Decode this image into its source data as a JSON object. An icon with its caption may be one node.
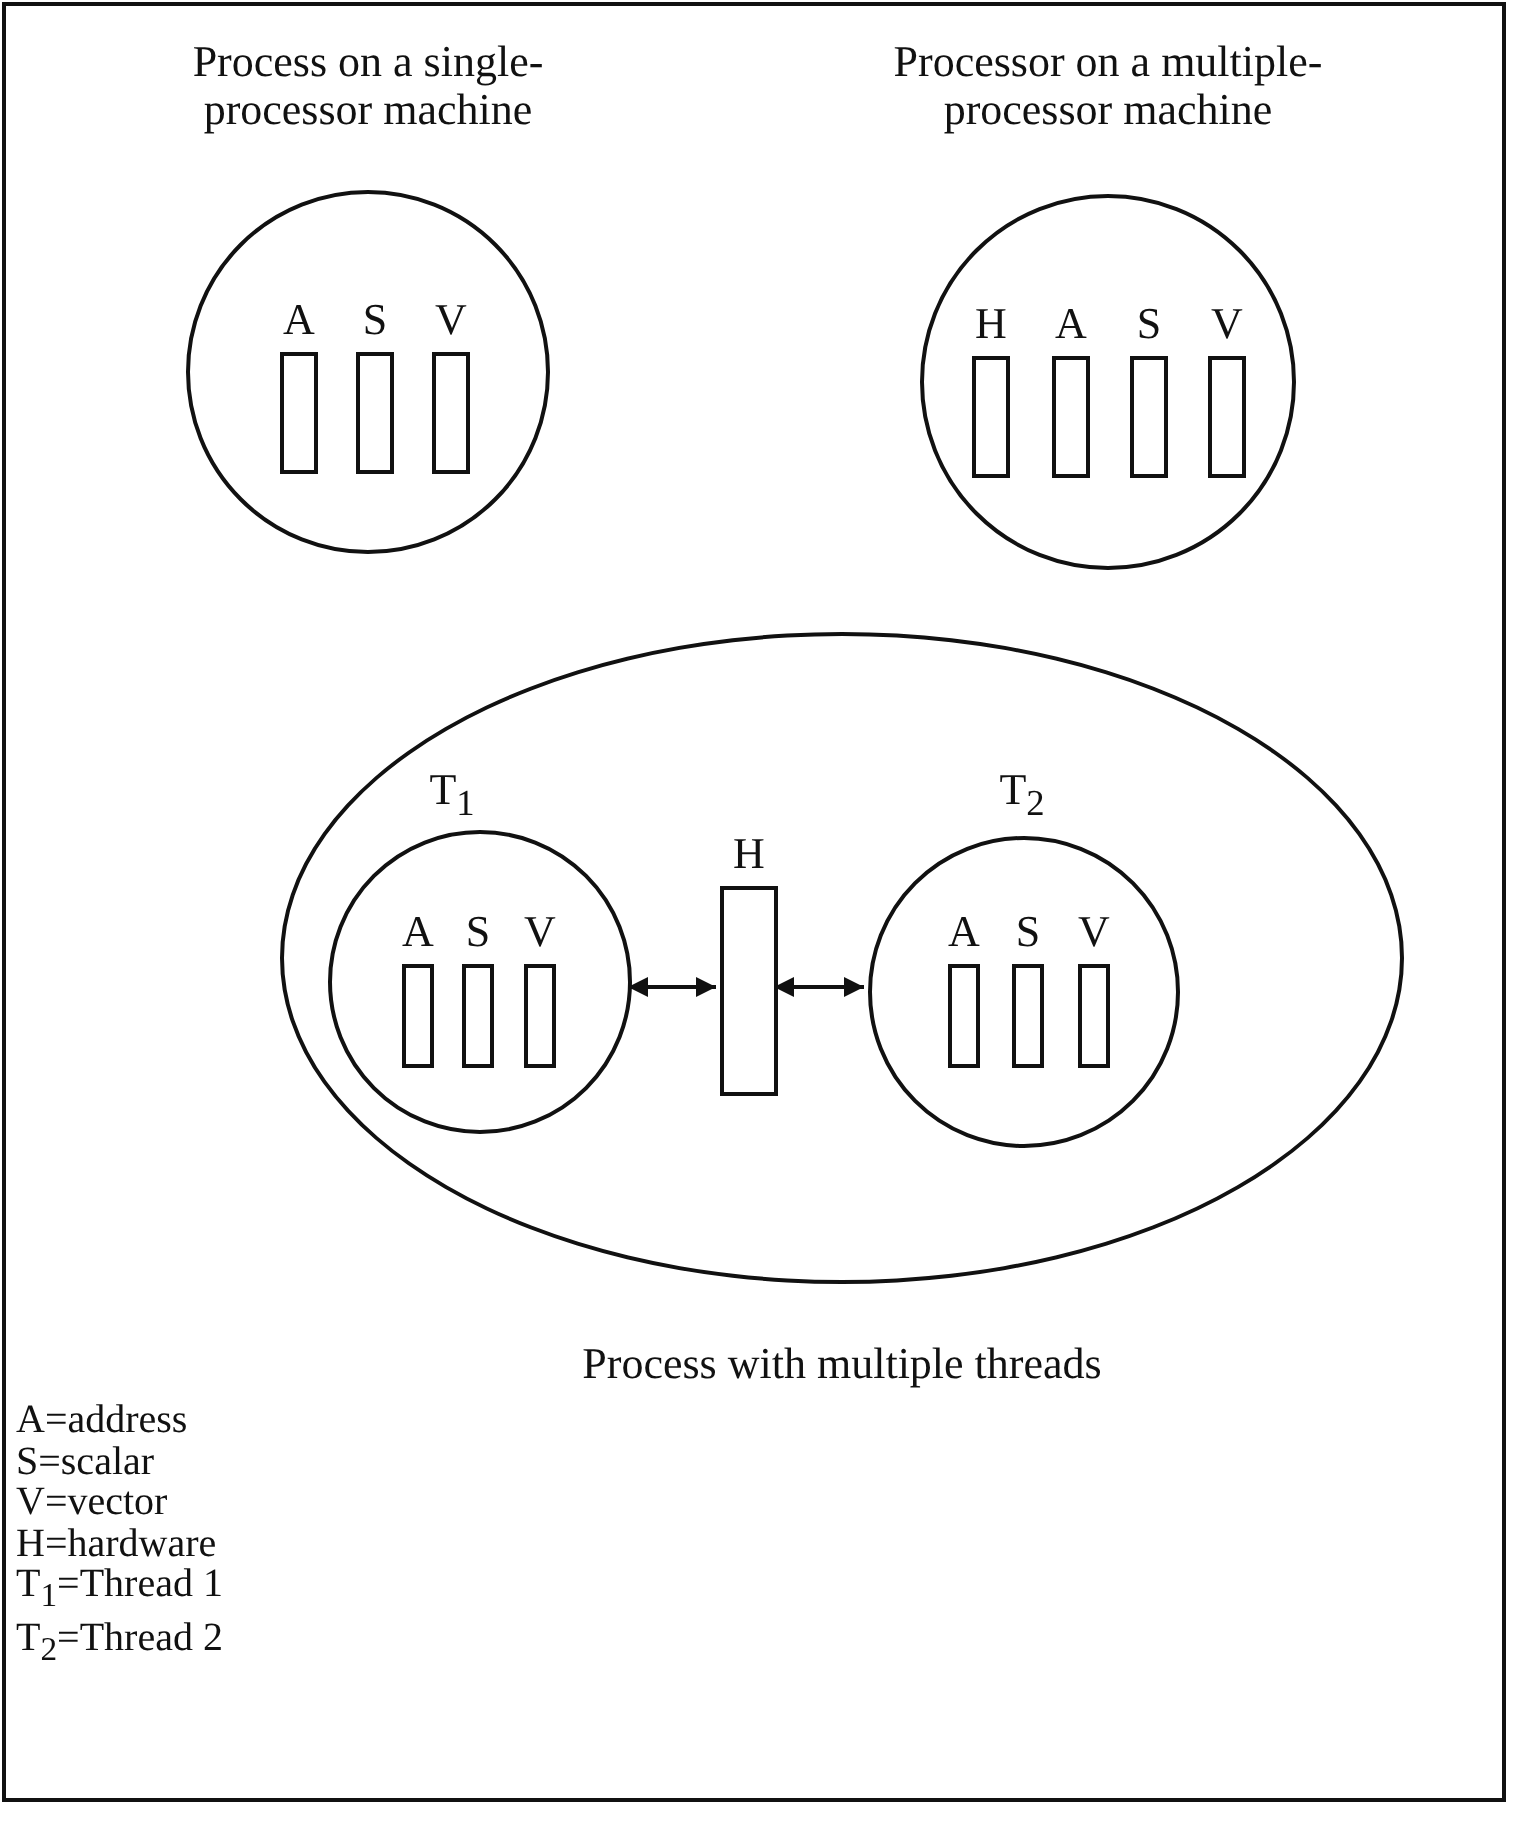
{
  "diagram": {
    "nodes": [
      {
        "text": [
          "Process on a single-processor machine"
        ]
      },
      {
        "text": [
          "A"
        ],
        "in": 0
      },
      {
        "text": [
          "S"
        ],
        "in": 0
      },
      {
        "text": [
          "V"
        ],
        "in": 0
      },
      {
        "text": [
          "Processor on a multiple-processor machine"
        ]
      },
      {
        "text": [
          "H"
        ],
        "in": 4
      },
      {
        "text": [
          "A"
        ],
        "in": 4
      },
      {
        "text": [
          "S"
        ],
        "in": 4
      },
      {
        "text": [
          "V"
        ],
        "in": 4
      },
      {
        "text": [
          "Process with multiple threads"
        ]
      },
      {
        "text": [
          "T$_{1}$"
        ],
        "in": 9
      },
      {
        "text": [
          "A"
        ],
        "in": 10
      },
      {
        "text": [
          "S"
        ],
        "in": 10
      },
      {
        "text": [
          "V"
        ],
        "in": 10
      },
      {
        "text": [
          "H"
        ],
        "in": 9
      },
      {
        "text": [
          "T$_{2}$"
        ],
        "in": 9
      },
      {
        "text": [
          "A"
        ],
        "in": 15
      },
      {
        "text": [
          "S"
        ],
        "in": 15
      },
      {
        "text": [
          "V"
        ],
        "in": 15
      }
    ],
    "edges": [
      {
        "from": 10,
        "to": 14,
        "arrow": "both"
      },
      {
        "from": 14,
        "to": 15,
        "arrow": "both"
      }
    ],
    "labels": [
      "A=address",
      "S=scalar",
      "V=vector",
      "H=hardware",
      "T$_{1}$=Thread 1",
      "T$_{2}$=Thread 2"
    ]
  }
}
